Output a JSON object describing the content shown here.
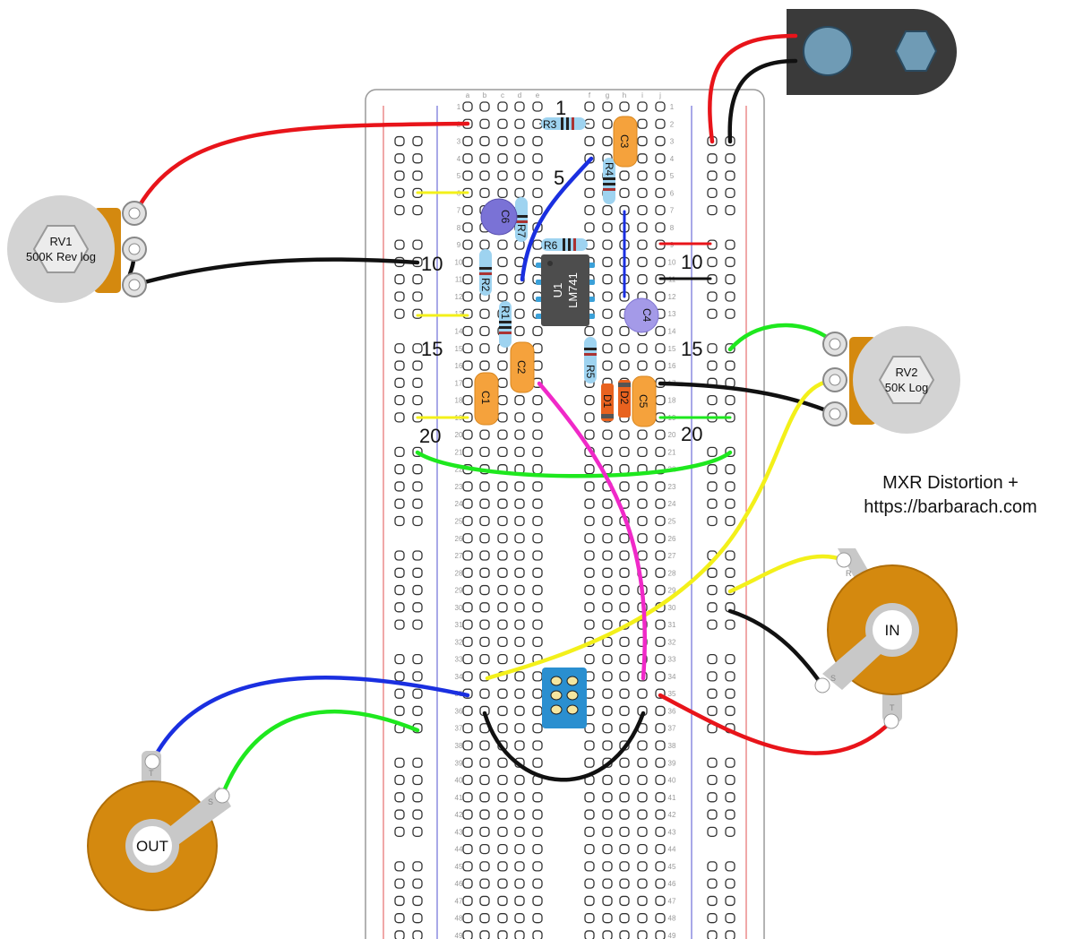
{
  "title_lines": [
    "MXR Distortion +",
    "https://barbarach.com"
  ],
  "breadboard": {
    "columns": [
      "a",
      "b",
      "c",
      "d",
      "e",
      "f",
      "g",
      "h",
      "i",
      "j"
    ],
    "row_count": 49,
    "row_markers": [
      "1",
      "5",
      "10",
      "15",
      "20"
    ]
  },
  "pots": [
    {
      "ref": "RV1",
      "value": "500K Rev log"
    },
    {
      "ref": "RV2",
      "value": "50K Log"
    }
  ],
  "jacks": [
    {
      "label": "IN",
      "lugs": [
        "R",
        "S",
        "T"
      ]
    },
    {
      "label": "OUT",
      "lugs": [
        "T",
        "S"
      ]
    }
  ],
  "ic": {
    "ref": "U1",
    "part": "LM741"
  },
  "components": {
    "resistors": [
      "R1",
      "R2",
      "R3",
      "R4",
      "R5",
      "R6",
      "R7"
    ],
    "capacitors": [
      "C1",
      "C2",
      "C3",
      "C4",
      "C5",
      "C6"
    ],
    "diodes": [
      "D1",
      "D2"
    ]
  },
  "colors": {
    "wire_red": "#e8141a",
    "wire_black": "#111111",
    "wire_blue": "#1a2fe0",
    "wire_green": "#1ee81e",
    "wire_yellow": "#f3f01a",
    "wire_magenta": "#f029c8",
    "jack_body": "#d4890f",
    "pot_body": "#d3d3d3",
    "cap_orange": "#f5a23c",
    "resistor_blue": "#9ed3f0",
    "dc_jack": "#3a3a3a",
    "dc_socket": "#6f9bb5"
  }
}
